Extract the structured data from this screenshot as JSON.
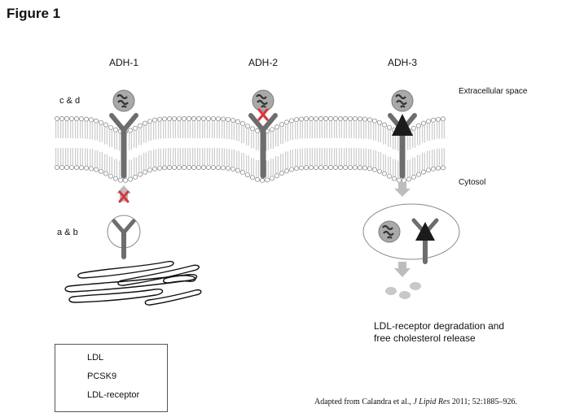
{
  "figure_title": "Figure 1",
  "columns": [
    {
      "label": "ADH-1"
    },
    {
      "label": "ADH-2"
    },
    {
      "label": "ADH-3"
    }
  ],
  "side_labels": {
    "upper": "c & d",
    "lower": "a & b"
  },
  "regions": {
    "extracellular": "Extracellular space",
    "cytosol": "Cytosol"
  },
  "outcome_text": "LDL-receptor degradation and free cholesterol release",
  "legend": {
    "items": [
      {
        "label": "LDL",
        "icon": "ldl-particle-icon"
      },
      {
        "label": "PCSK9",
        "icon": "pcsk9-triangle-icon"
      },
      {
        "label": "LDL-receptor",
        "icon": "ldl-receptor-icon"
      }
    ]
  },
  "citation": {
    "prefix": "Adapted from Calandra et al.,",
    "journal": "J Lipid Res",
    "suffix": "2011; 52:1885–926."
  },
  "colors": {
    "receptor": "#6d6d6d",
    "ldl_fill": "#a9a9a9",
    "blocked_mark": "#d9363e",
    "pcsk9": "#1b1b1b",
    "arrow": "#bdbdbd"
  }
}
